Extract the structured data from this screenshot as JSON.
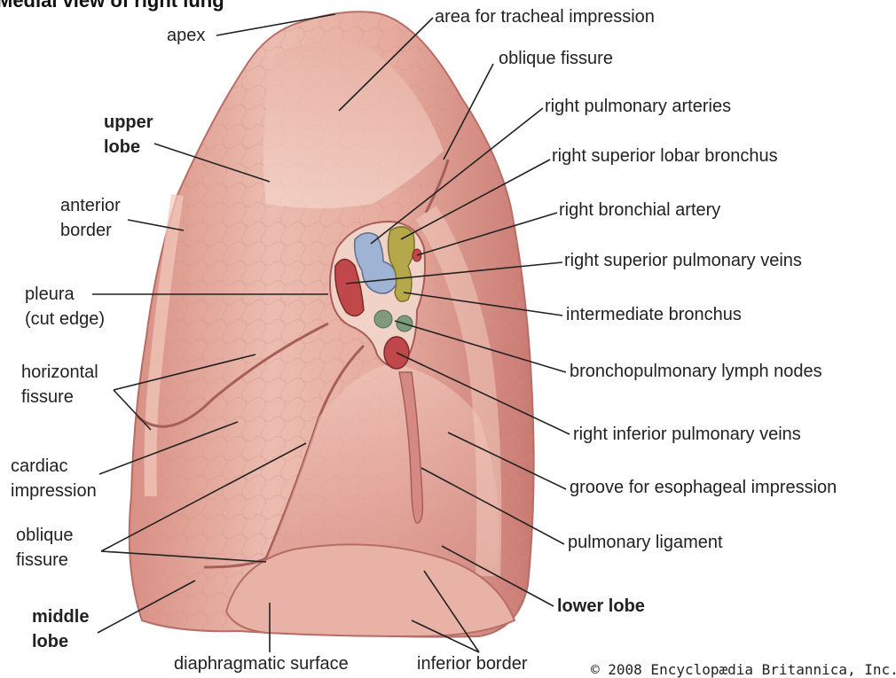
{
  "title": "Medial view of right lung",
  "labels": {
    "apex": "apex",
    "upper_lobe_1": "upper",
    "upper_lobe_2": "lobe",
    "anterior_border_1": "anterior",
    "anterior_border_2": "border",
    "pleura_1": "pleura",
    "pleura_2": "(cut edge)",
    "horizontal_fissure_1": "horizontal",
    "horizontal_fissure_2": "fissure",
    "cardiac_impression_1": "cardiac",
    "cardiac_impression_2": "impression",
    "oblique_fissure_left_1": "oblique",
    "oblique_fissure_left_2": "fissure",
    "middle_lobe_1": "middle",
    "middle_lobe_2": "lobe",
    "diaphragmatic_surface": "diaphragmatic surface",
    "inferior_border": "inferior border",
    "tracheal_impression": "area for tracheal impression",
    "oblique_fissure_right": "oblique fissure",
    "pulmonary_arteries": "right pulmonary arteries",
    "superior_lobar_bronchus": "right superior lobar bronchus",
    "bronchial_artery": "right bronchial artery",
    "superior_pulmonary_veins": "right superior pulmonary veins",
    "intermediate_bronchus": "intermediate bronchus",
    "lymph_nodes": "bronchopulmonary lymph nodes",
    "inferior_pulmonary_veins": "right inferior pulmonary veins",
    "esophageal_groove": "groove for esophageal impression",
    "pulmonary_ligament": "pulmonary ligament",
    "lower_lobe": "lower lobe"
  },
  "copyright": "© 2008 Encyclopædia Britannica, Inc.",
  "colors": {
    "lung_base": "#e3a89c",
    "lung_highlight": "#f3cfc4",
    "lung_shadow": "#c97a72",
    "pulmonary_artery": "#9fb3d4",
    "bronchus": "#b5a84a",
    "vein": "#c0474a",
    "lymph_node": "#7d9a7d",
    "leader_line": "#222222"
  }
}
